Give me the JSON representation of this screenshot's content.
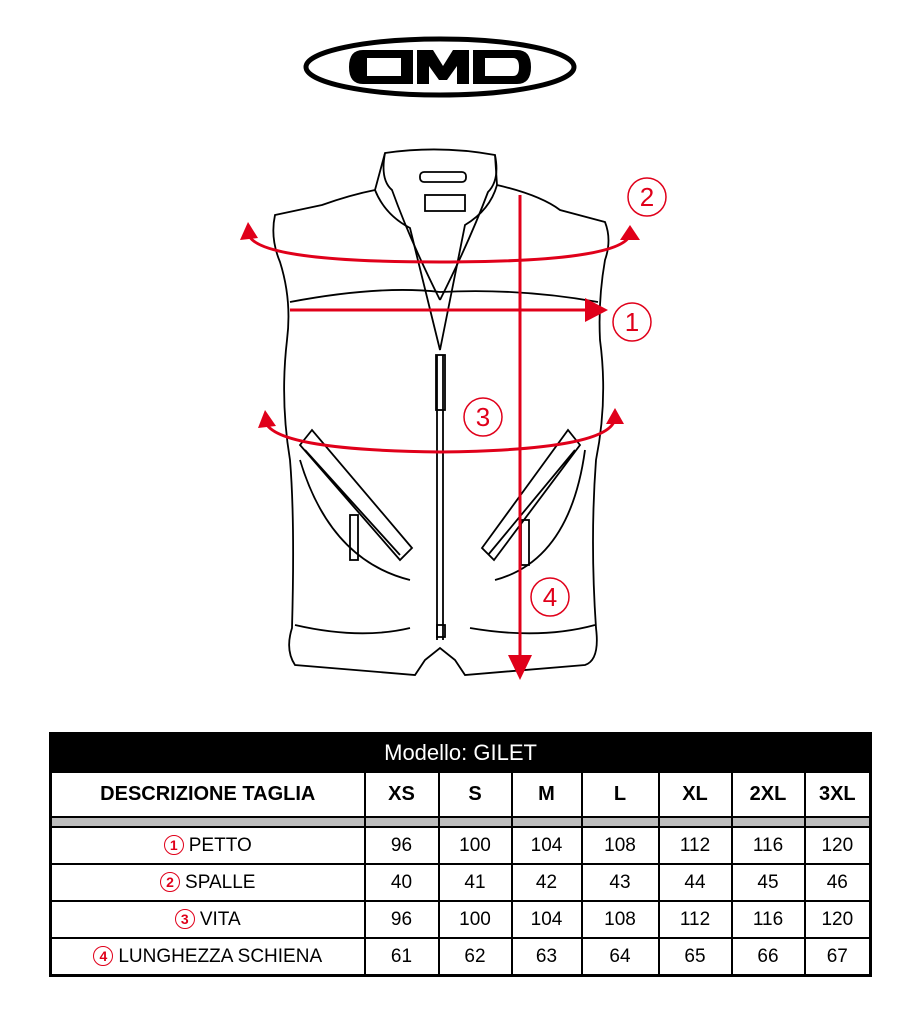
{
  "logo": {
    "text": "OMD"
  },
  "diagram": {
    "markers": [
      "1",
      "2",
      "3",
      "4"
    ],
    "accent_color": "#e0001a"
  },
  "table": {
    "title": "Modello: GILET",
    "header_label": "DESCRIZIONE TAGLIA",
    "sizes": [
      "XS",
      "S",
      "M",
      "L",
      "XL",
      "2XL",
      "3XL"
    ],
    "rows": [
      {
        "num": "1",
        "label": "PETTO",
        "values": [
          "96",
          "100",
          "104",
          "108",
          "112",
          "116",
          "120"
        ]
      },
      {
        "num": "2",
        "label": "SPALLE",
        "values": [
          "40",
          "41",
          "42",
          "43",
          "44",
          "45",
          "46"
        ]
      },
      {
        "num": "3",
        "label": "VITA",
        "values": [
          "96",
          "100",
          "104",
          "108",
          "112",
          "116",
          "120"
        ]
      },
      {
        "num": "4",
        "label": "LUNGHEZZA SCHIENA",
        "values": [
          "61",
          "62",
          "63",
          "64",
          "65",
          "66",
          "67"
        ]
      }
    ]
  }
}
